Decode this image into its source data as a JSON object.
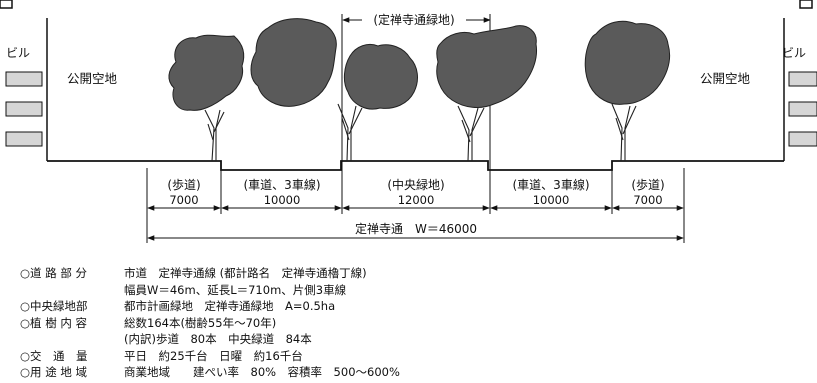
{
  "diagram": {
    "top_label": "(定禅寺通緑地)",
    "left_building": "ビル",
    "right_building": "ビル",
    "left_open_space": "公開空地",
    "right_open_space": "公開空地",
    "sections": [
      {
        "name": "(歩道)",
        "width": "7000"
      },
      {
        "name": "(車道、3車線)",
        "width": "10000"
      },
      {
        "name": "(中央緑地)",
        "width": "12000"
      },
      {
        "name": "(車道、3車線)",
        "width": "10000"
      },
      {
        "name": "(歩道)",
        "width": "7000"
      }
    ],
    "total_label": "定禅寺通　W＝46000"
  },
  "notes": [
    {
      "head": "○道 路 部 分",
      "text": "市道　定禅寺通線 (都計路名　定禅寺通櫓丁線)"
    },
    {
      "head": "",
      "text": "幅員W＝46m、延長L＝710m、片側3車線"
    },
    {
      "head": "○中央緑地部",
      "text": "都市計画緑地　定禅寺通緑地　A=0.5ha"
    },
    {
      "head": "○植 樹 内 容",
      "text": "総数164本(樹齢55年～70年)"
    },
    {
      "head": "",
      "text": "(内訳)歩道　80本　中央緑道　84本"
    },
    {
      "head": "○交　通　量",
      "text": "平日　約25千台　日曜　約16千台"
    },
    {
      "head": "○用 途 地 域",
      "text": "商業地域　　建ぺい率　80%　容積率　500～600%"
    }
  ],
  "colors": {
    "canopy": "#5a5a5a",
    "line": "#111111",
    "window": "#d6d6d6"
  }
}
